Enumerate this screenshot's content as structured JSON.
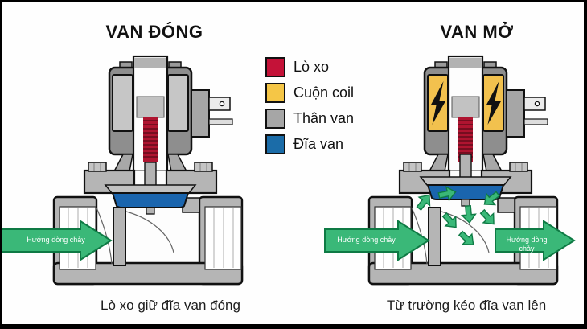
{
  "diagram": {
    "panels": {
      "closed": {
        "title": "VAN ĐÓNG",
        "caption": "Lò xo giữ đĩa van đóng",
        "flow_in_label": "Hướng dòng chảy"
      },
      "open": {
        "title": "VAN MỞ",
        "caption": "Từ trường kéo đĩa van lên",
        "flow_in_label": "Hướng dòng chảy",
        "flow_out_label": "Hướng dòng chảy"
      }
    },
    "legend": {
      "items": [
        {
          "label": "Lò xo",
          "color": "#C41238"
        },
        {
          "label": "Cuộn coil",
          "color": "#F5C646"
        },
        {
          "label": "Thân van",
          "color": "#A6A6A6"
        },
        {
          "label": "Đĩa van",
          "color": "#1B6CA8"
        }
      ]
    },
    "colors": {
      "spring": "#AF1430",
      "coil_energized": "#F2C14E",
      "coil_idle": "#C6C6C6",
      "valve_body": "#B5B5B5",
      "disc": "#1A65AE",
      "flow_arrow": "#3AB878",
      "flow_arrow_border": "#0E7A44"
    }
  }
}
